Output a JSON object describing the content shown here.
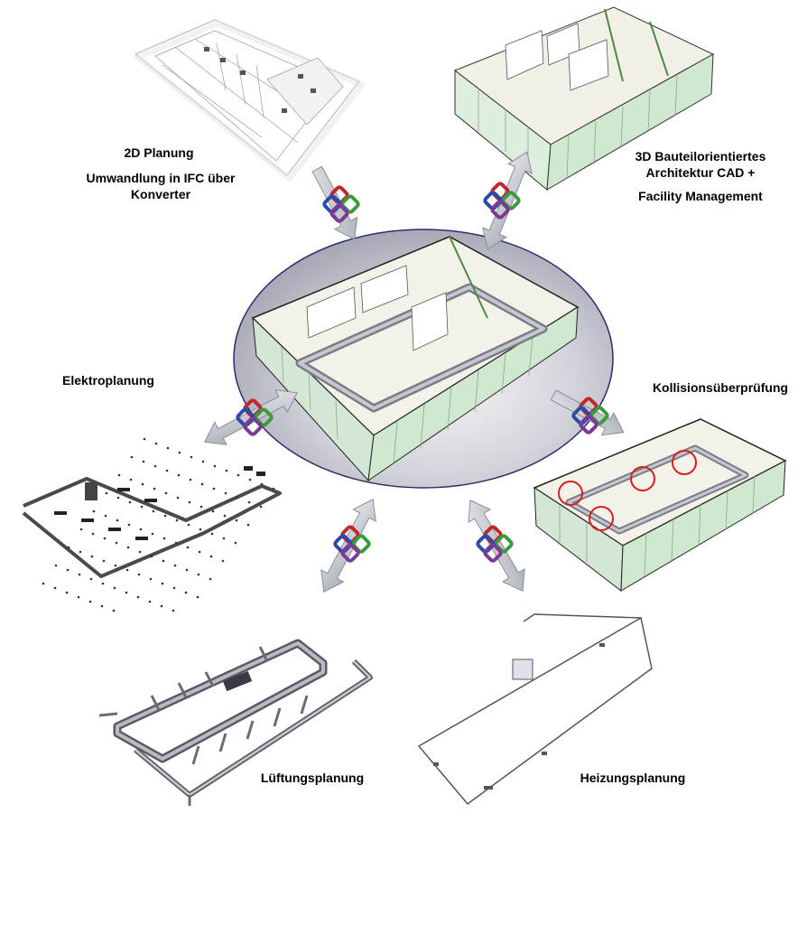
{
  "labels": {
    "planning_2d": {
      "line1": "2D Planung",
      "line2": "Umwandlung in IFC über",
      "line3": "Konverter"
    },
    "cad_3d": {
      "line1": "3D Bauteilorientiertes",
      "line2": "Architektur CAD +",
      "line3": "Facility Management"
    },
    "elektro": "Elektroplanung",
    "kollision": "Kollisionsüberprüfung",
    "lueftung": "Lüftungsplanung",
    "heizung": "Heizungsplanung"
  },
  "colors": {
    "hub_fill": "#c8c8d2",
    "hub_edge": "#2b2b6e",
    "arrow_fill": "#c4c8d0",
    "arrow_edge": "#8a8e98",
    "ifc_red": "#c0272d",
    "ifc_green": "#3c9a3c",
    "ifc_blue": "#2c4aa8",
    "ifc_purple": "#7a3a96",
    "collision_ring": "#d42020",
    "glass": "#cfe8cf"
  },
  "icons": {
    "ifc_logo": "ifc-logo-icon",
    "arrow": "bidirectional-arrow-icon"
  }
}
